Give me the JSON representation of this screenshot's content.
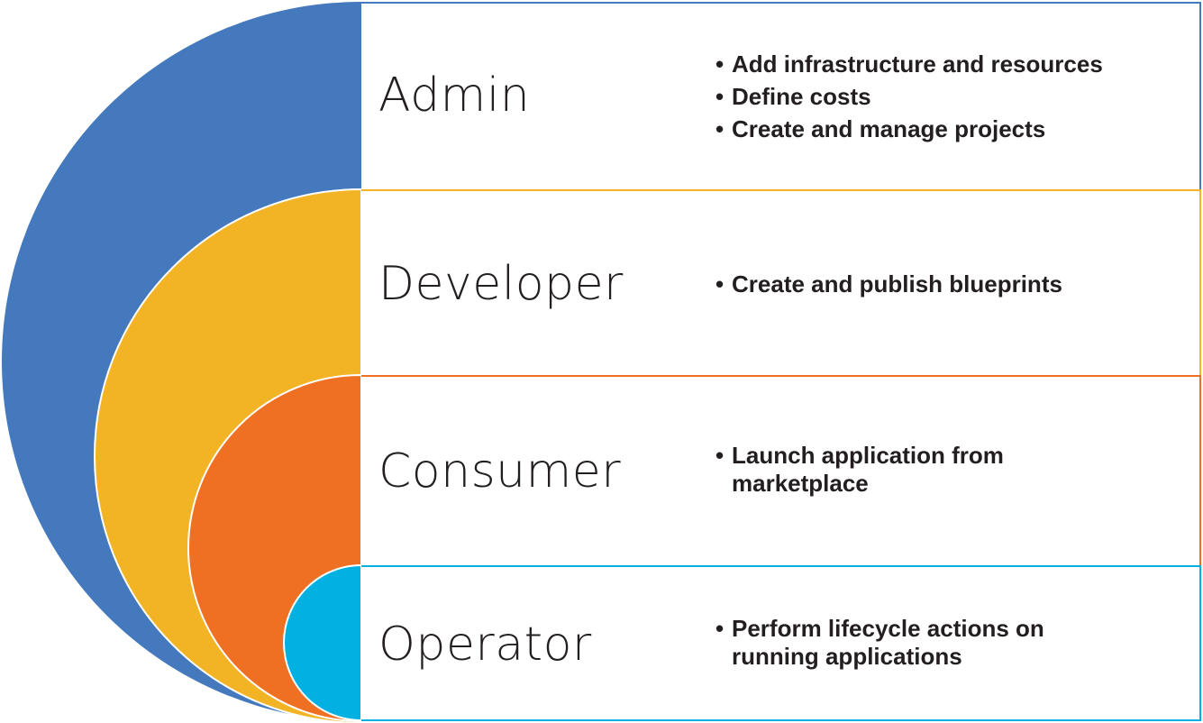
{
  "colors": {
    "admin": "#4479bd",
    "developer": "#f2b325",
    "consumer": "#f07023",
    "operator": "#02b1e2"
  },
  "rows": [
    {
      "role": "Admin",
      "bullets": [
        "Add infrastructure and resources",
        "Define costs",
        "Create and manage projects"
      ]
    },
    {
      "role": "Developer",
      "bullets": [
        "Create and publish blueprints"
      ]
    },
    {
      "role": "Consumer",
      "bullets": [
        "Launch application from marketplace"
      ]
    },
    {
      "role": "Operator",
      "bullets": [
        "Perform lifecycle actions on running applications"
      ]
    }
  ]
}
